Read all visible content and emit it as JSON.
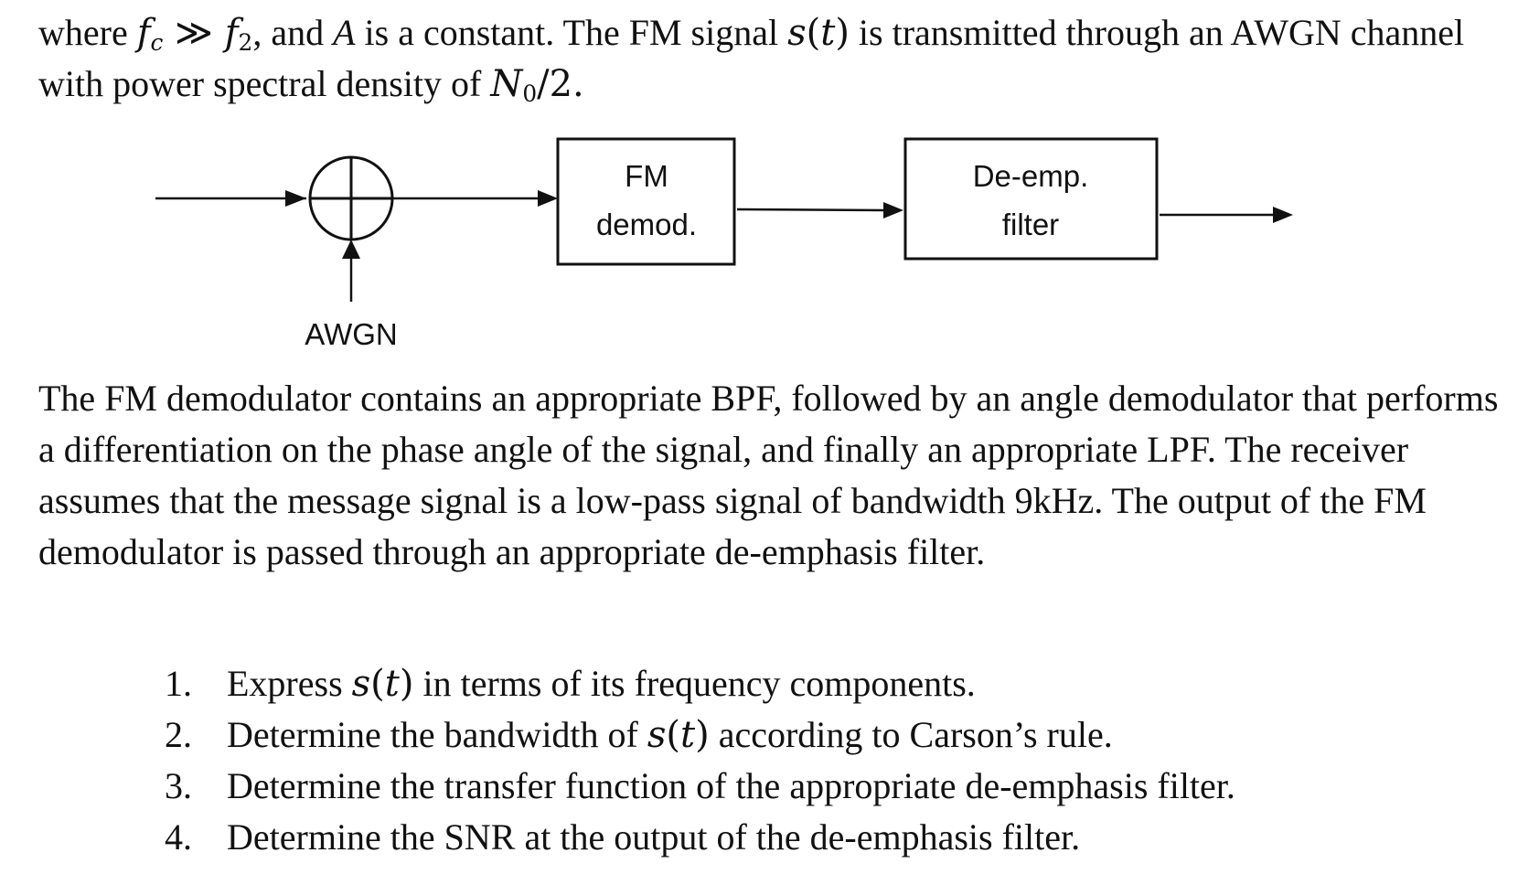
{
  "paragraph1": {
    "t1": "where ",
    "fc": "f",
    "fc_sub": "c",
    "gg": " ≫ ",
    "f2": "f",
    "f2_sub": "2",
    "t2": ", and ",
    "A": "A",
    "t3": " is a constant. The FM signal ",
    "s": "s",
    "paren_open": "(",
    "t": "t",
    "paren_close": ")",
    "t4": " is transmitted through an AWGN channel with power spectral density of ",
    "N": "N",
    "N_sub": "0",
    "t5": "/2."
  },
  "diagram": {
    "block1_line1": "FM",
    "block1_line2": "demod.",
    "block2_line1": "De-emp.",
    "block2_line2": "filter",
    "noise_label": "AWGN"
  },
  "paragraph2": "The FM demodulator contains an appropriate BPF, followed by an angle demodulator that performs a differentiation on the phase angle of the signal, and finally an appropriate LPF. The receiver assumes that the message signal is a low-pass signal of bandwidth 9kHz. The output of the FM demodulator is passed through an appropriate de-emphasis filter.",
  "questions": [
    {
      "num": "1.",
      "before": "Express ",
      "s": "s",
      "po": "(",
      "t": "t",
      "pc": ")",
      "after": " in terms of its frequency components."
    },
    {
      "num": "2.",
      "before": "Determine the bandwidth of ",
      "s": "s",
      "po": "(",
      "t": "t",
      "pc": ")",
      "after": " according to Carson’s rule."
    },
    {
      "num": "3.",
      "text": "Determine the transfer function of the appropriate de-emphasis filter."
    },
    {
      "num": "4.",
      "text": "Determine the SNR at the output of the de-emphasis filter."
    }
  ]
}
